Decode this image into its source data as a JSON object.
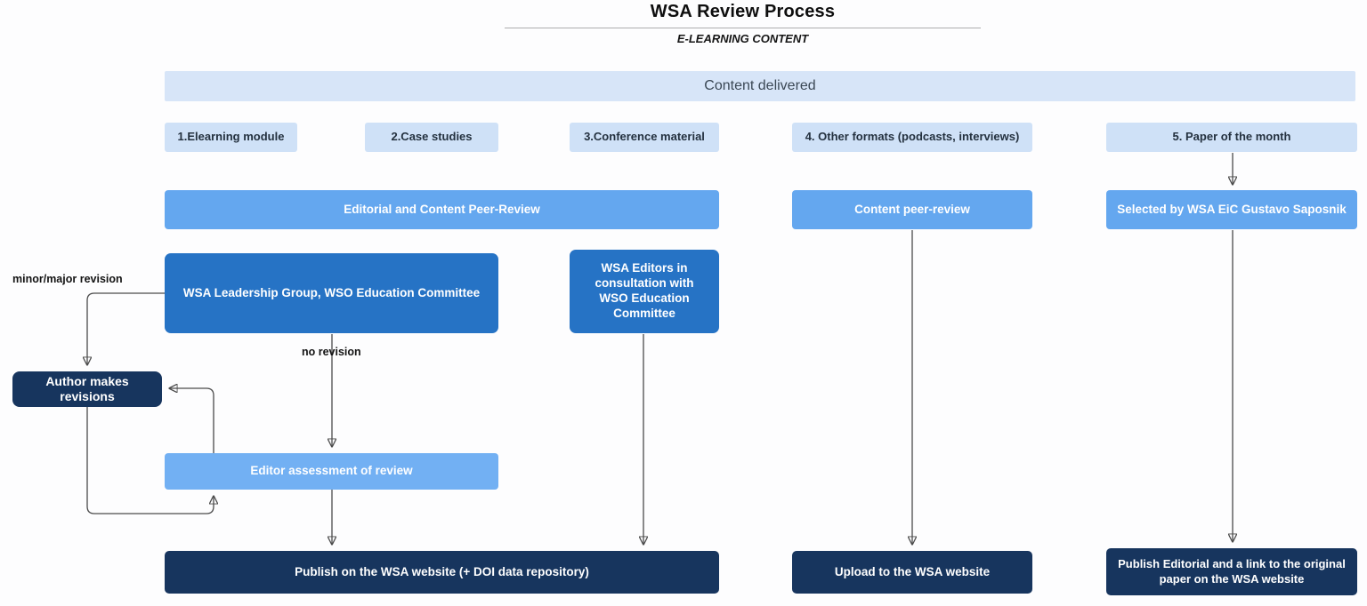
{
  "header": {
    "title": "WSA Review Process",
    "subtitle": "E-LEARNING CONTENT"
  },
  "banner": {
    "label": "Content delivered"
  },
  "categories": [
    {
      "label": "1.Elearning module"
    },
    {
      "label": "2.Case studies"
    },
    {
      "label": "3.Conference material"
    },
    {
      "label": "4. Other formats (podcasts, interviews)"
    },
    {
      "label": "5. Paper of the month"
    }
  ],
  "review_row": {
    "editorial_content_peer_review": "Editorial and Content Peer-Review",
    "content_peer_review": "Content peer-review",
    "selected_by_eic": "Selected by WSA EiC Gustavo Saposnik"
  },
  "committee_row": {
    "wsa_leadership": "WSA Leadership Group, WSO Education Committee",
    "wsa_editors": "WSA Editors in consultation with WSO Education Committee"
  },
  "revision_loop": {
    "minor_major_label": "minor/major revision",
    "no_revision_label": "no revision",
    "author_revisions": "Author makes revisions",
    "editor_assessment": "Editor assessment of review"
  },
  "outputs": {
    "publish_wsa_website": "Publish on the WSA website (+ DOI data repository)",
    "upload_wsa_website": "Upload to the WSA website",
    "publish_editorial": "Publish Editorial and a link to the original paper on the WSA website"
  },
  "colors": {
    "banner_bg": "#d7e5f8",
    "category_bg": "#cfe1f7",
    "mid_blue": "#64a7ef",
    "light_mid_blue": "#72b0f3",
    "dark_blue": "#2673c5",
    "navy": "#17355e",
    "arrow": "#4b4b4b"
  }
}
